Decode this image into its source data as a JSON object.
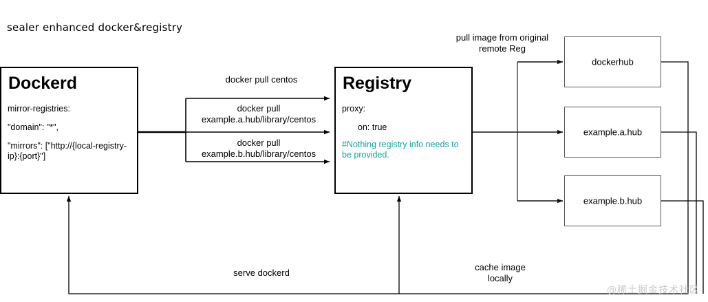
{
  "diagram": {
    "title": "sealer enhanced docker&registry",
    "watermark": "@稀土掘金技术社区",
    "accent_color": "#12a3a0",
    "line_color": "#000000",
    "box_border_color": "#555555"
  },
  "nodes": {
    "dockerd": {
      "title": "Dockerd",
      "lines": [
        "mirror-registries:",
        "\"domain\": \"*\",",
        "\"mirrors\": [\"http://{local-registry-ip}:{port}\"]"
      ]
    },
    "registry": {
      "title": "Registry",
      "lines": [
        "proxy:",
        "on: true"
      ],
      "comment": "#Nothing registry info needs to be provided."
    },
    "remotes": [
      {
        "label": "dockerhub"
      },
      {
        "label": "example.a.hub"
      },
      {
        "label": "example.b.hub"
      }
    ]
  },
  "edges": {
    "pull_centos": "docker pull centos",
    "pull_a": "docker pull\nexample.a.hub/library/centos",
    "pull_b": "docker pull\nexample.b.hub/library/centos",
    "pull_remote": "pull image from original\nremote Reg",
    "serve_dockerd": "serve dockerd",
    "cache_locally": "cache image\nlocally"
  }
}
